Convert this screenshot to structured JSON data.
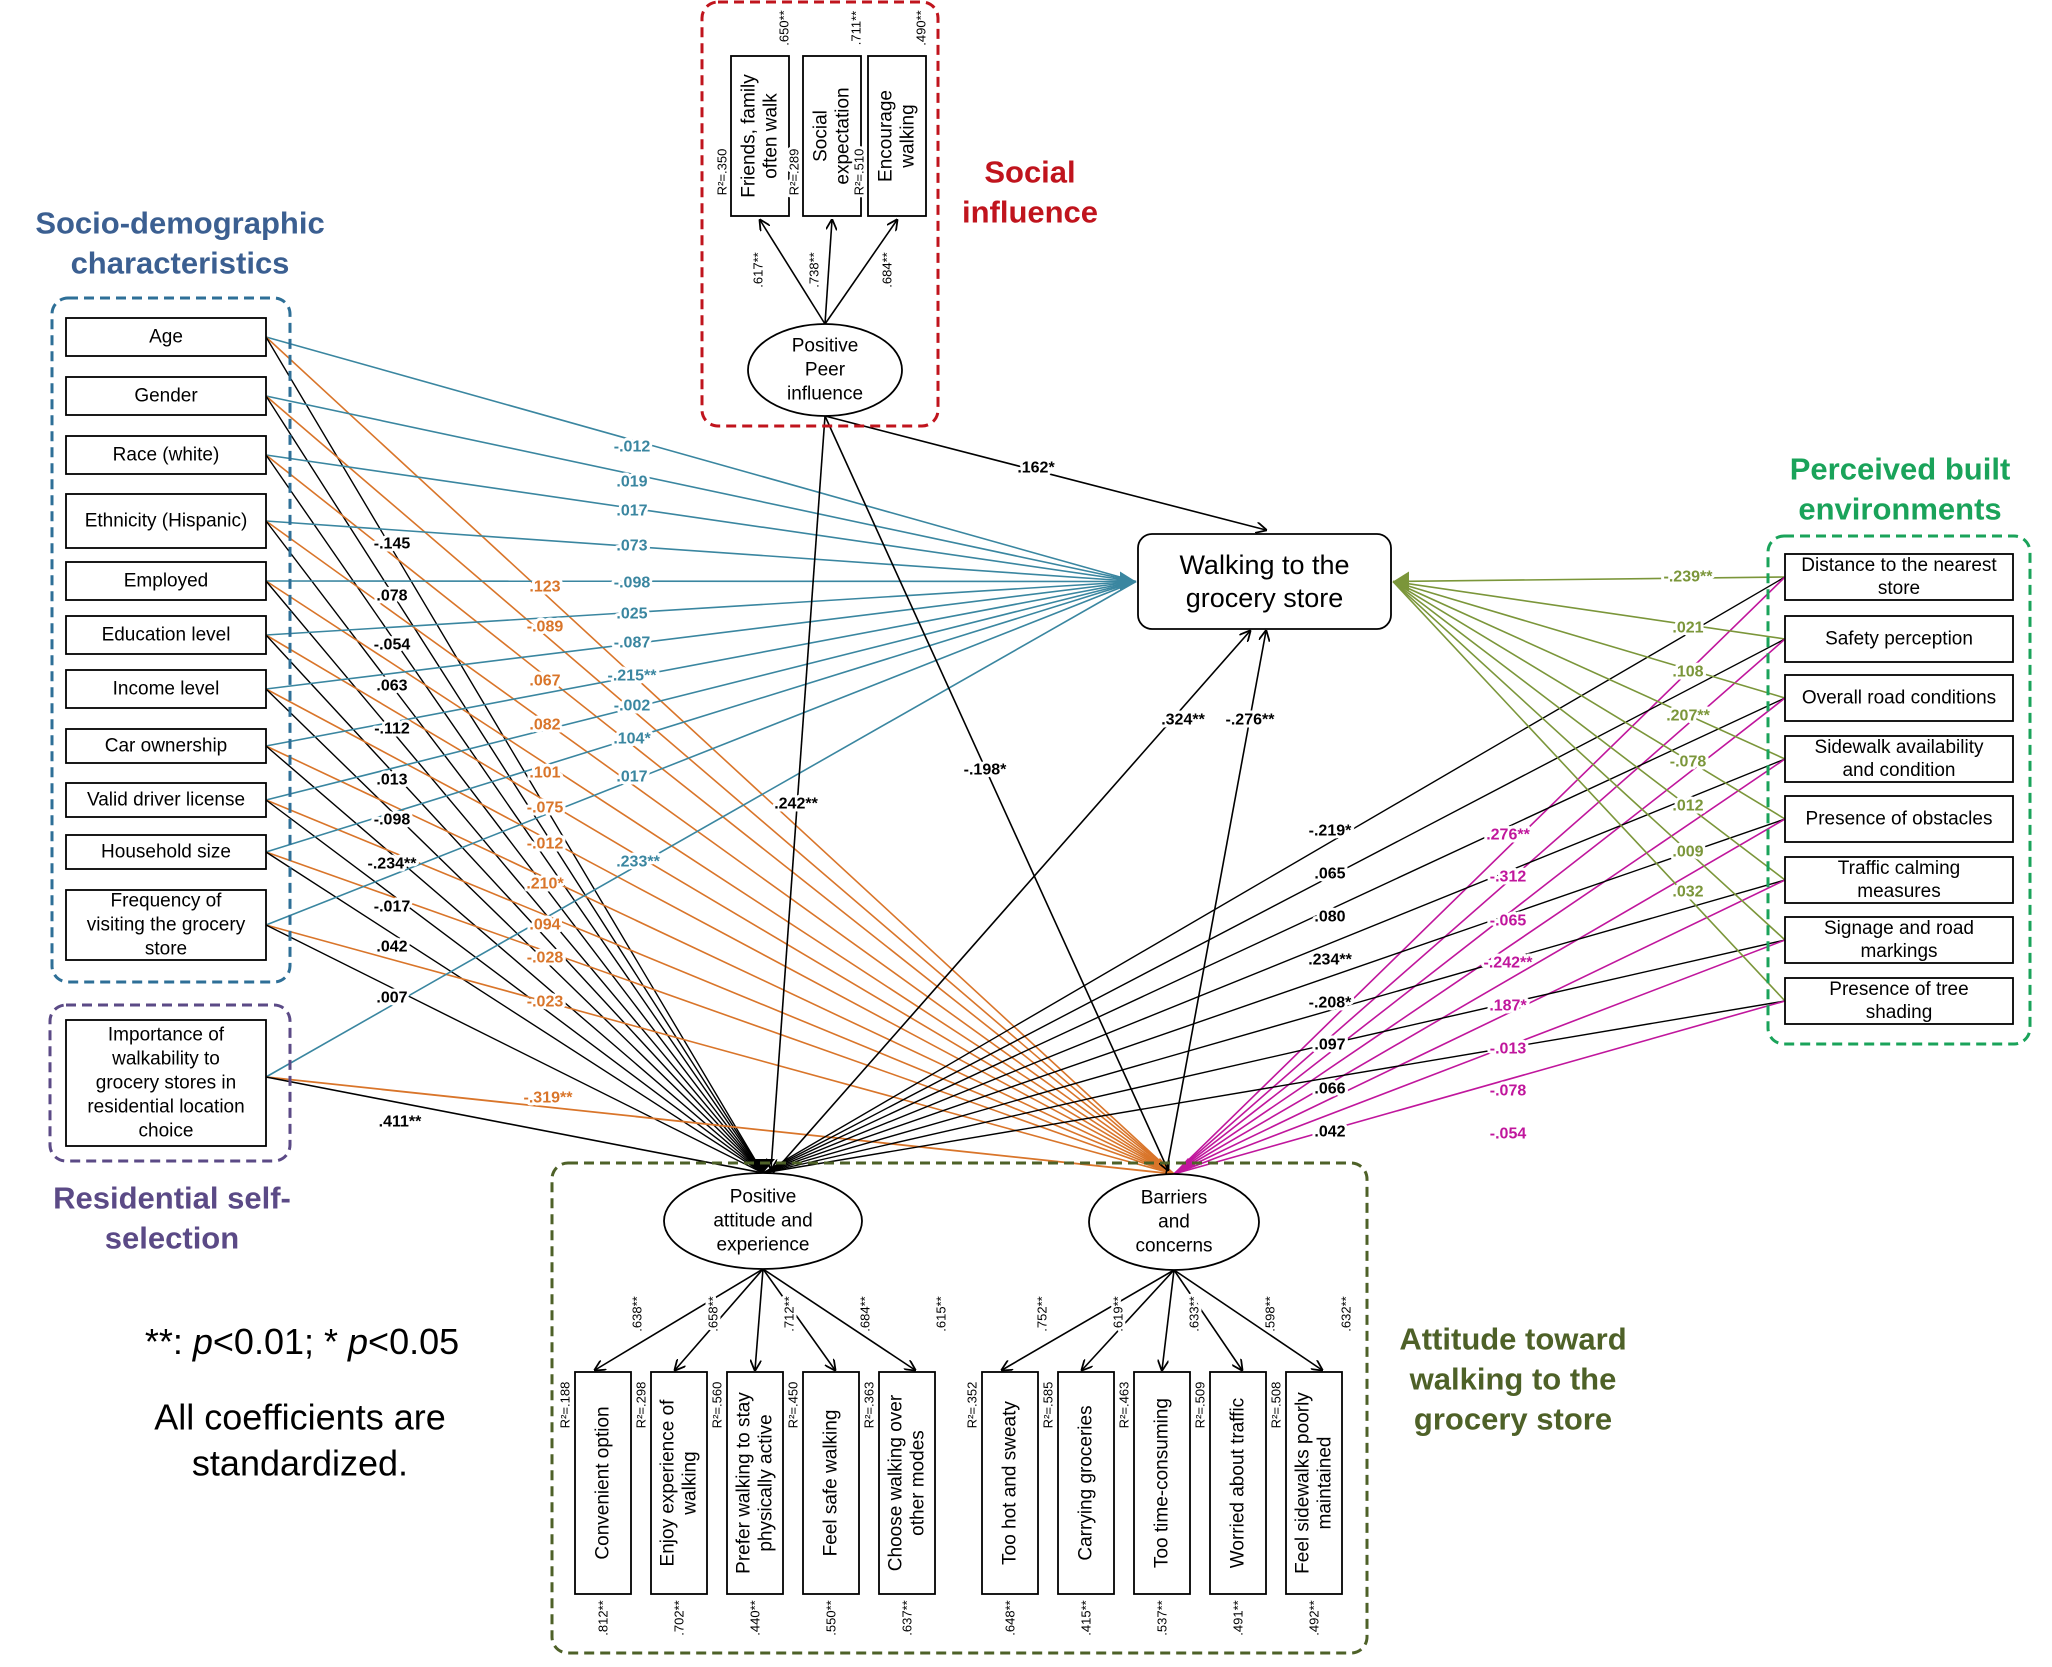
{
  "colors": {
    "socio": "#2e6f97",
    "socio_title": "#3b5f91",
    "socio_to_attitude": "#d9752a",
    "socio_to_walking": "#3a86a0",
    "social": "#c0141d",
    "self_selection": "#5b4a86",
    "pbe": "#1aa35a",
    "pbe_to_walking": "#7b963a",
    "pbe_to_barriers": "#c0169c",
    "attitude": "#4e6128",
    "black": "#000000"
  },
  "titles": {
    "socio": [
      "Socio-demographic",
      "characteristics"
    ],
    "social": [
      "Social",
      "influence"
    ],
    "pbe": [
      "Perceived built",
      "environments"
    ],
    "self_selection": [
      "Residential self-",
      "selection"
    ],
    "attitude": [
      "Attitude toward",
      "walking to the",
      "grocery store"
    ]
  },
  "outcome": {
    "label": [
      "Walking to the",
      "grocery store"
    ]
  },
  "socio_vars": [
    {
      "label": [
        "Age"
      ],
      "to_walking": "-.012",
      "to_attitude": "-.145",
      "to_barriers": ".123"
    },
    {
      "label": [
        "Gender"
      ],
      "to_walking": ".019",
      "to_attitude": ".078",
      "to_barriers": "-.089"
    },
    {
      "label": [
        "Race (white)"
      ],
      "to_walking": ".017",
      "to_attitude": "-.054",
      "to_barriers": ".067"
    },
    {
      "label": [
        "Ethnicity (Hispanic)"
      ],
      "to_walking": ".073",
      "to_attitude": ".063",
      "to_barriers": ".082"
    },
    {
      "label": [
        "Employed"
      ],
      "to_walking": "-.098",
      "to_attitude": "-.112",
      "to_barriers": ".101"
    },
    {
      "label": [
        "Education level"
      ],
      "to_walking": ".025",
      "to_attitude": ".013",
      "to_barriers": "-.075"
    },
    {
      "label": [
        "Income level"
      ],
      "to_walking": "-.087",
      "to_attitude": "-.098",
      "to_barriers": "-.012"
    },
    {
      "label": [
        "Car ownership"
      ],
      "to_walking": "-.215**",
      "to_attitude": "-.234**",
      "to_barriers": ".210*"
    },
    {
      "label": [
        "Valid driver license"
      ],
      "to_walking": "-.002",
      "to_attitude": "-.017",
      "to_barriers": ".094"
    },
    {
      "label": [
        "Household size"
      ],
      "to_walking": ".104*",
      "to_attitude": ".042",
      "to_barriers": "-.028"
    },
    {
      "label": [
        "Frequency of",
        "visiting the grocery",
        "store"
      ],
      "to_walking": ".017",
      "to_attitude": ".007",
      "to_barriers": "-.023"
    }
  ],
  "self_selection_var": {
    "label": [
      "Importance of",
      "walkability to",
      "grocery stores in",
      "residential location",
      "choice"
    ],
    "to_walking": ".233**",
    "to_attitude": ".411**",
    "to_barriers": "-.319**"
  },
  "social_influence": {
    "latent": [
      "Positive",
      "Peer",
      "influence"
    ],
    "indicators": [
      {
        "label": [
          "Friends, family",
          "often walk"
        ],
        "loading": ".617**",
        "r2": "R²=.350",
        "error": ".650**"
      },
      {
        "label": [
          "Social",
          "expectation"
        ],
        "loading": ".738**",
        "r2": "R²=.289",
        "error": ".711**"
      },
      {
        "label": [
          "Encourage",
          "walking"
        ],
        "loading": ".684**",
        "r2": "R²=.510",
        "error": ".490**"
      }
    ],
    "to_walking": ".162*",
    "to_attitude": ".242**",
    "to_barriers": "-.198*"
  },
  "pbe_vars": [
    {
      "label": [
        "Distance to the nearest",
        "store"
      ],
      "to_walking": "-.239**",
      "to_attitude": "-.219*",
      "to_barriers": ".276**"
    },
    {
      "label": [
        "Safety perception"
      ],
      "to_walking": ".021",
      "to_attitude": ".065",
      "to_barriers": "-.312"
    },
    {
      "label": [
        "Overall road conditions"
      ],
      "to_walking": ".108",
      "to_attitude": ".080",
      "to_barriers": "-.065"
    },
    {
      "label": [
        "Sidewalk availability",
        "and condition"
      ],
      "to_walking": ".207**",
      "to_attitude": ".234**",
      "to_barriers": "-.242**"
    },
    {
      "label": [
        "Presence of obstacles"
      ],
      "to_walking": "-.078",
      "to_attitude": "-.208*",
      "to_barriers": ".187*"
    },
    {
      "label": [
        "Traffic calming",
        "measures"
      ],
      "to_walking": ".012",
      "to_attitude": ".097",
      "to_barriers": "-.013"
    },
    {
      "label": [
        "Signage and road",
        "markings"
      ],
      "to_walking": ".009",
      "to_attitude": ".066",
      "to_barriers": "-.078"
    },
    {
      "label": [
        "Presence of tree",
        "shading"
      ],
      "to_walking": ".032",
      "to_attitude": ".042",
      "to_barriers": "-.054"
    }
  ],
  "attitude_latents": [
    {
      "label": [
        "Positive",
        "attitude and",
        "experience"
      ],
      "to_walking": ".324**",
      "indicators": [
        {
          "label": [
            "Convenient option"
          ],
          "loading": ".638**",
          "r2": "R²=.188",
          "error": ".812**"
        },
        {
          "label": [
            "Enjoy experience of",
            "walking"
          ],
          "loading": ".658**",
          "r2": "R²=.298",
          "error": ".702**"
        },
        {
          "label": [
            "Prefer walking to stay",
            "physically active"
          ],
          "loading": ".712**",
          "r2": "R²=.560",
          "error": ".440**"
        },
        {
          "label": [
            "Feel safe walking"
          ],
          "loading": ".684**",
          "r2": "R²=.450",
          "error": ".550**"
        },
        {
          "label": [
            "Choose walking over",
            "other modes"
          ],
          "loading": ".615**",
          "r2": "R²=.363",
          "error": ".637**"
        }
      ]
    },
    {
      "label": [
        "Barriers",
        "and",
        "concerns"
      ],
      "to_walking": "-.276**",
      "indicators": [
        {
          "label": [
            "Too hot and sweaty"
          ],
          "loading": ".752**",
          "r2": "R²=.352",
          "error": ".648**"
        },
        {
          "label": [
            "Carrying groceries"
          ],
          "loading": ".619**",
          "r2": "R²=.585",
          "error": ".415**"
        },
        {
          "label": [
            "Too time-consuming"
          ],
          "loading": ".633**",
          "r2": "R²=.463",
          "error": ".537**"
        },
        {
          "label": [
            "Worried about traffic"
          ],
          "loading": ".598**",
          "r2": "R²=.509",
          "error": ".491**"
        },
        {
          "label": [
            "Feel sidewalks poorly",
            "maintained"
          ],
          "loading": ".632**",
          "r2": "R²=.508",
          "error": ".492**"
        }
      ]
    }
  ],
  "legend": {
    "significance": "**: p<0.01; * p<0.05",
    "note": [
      "All coefficients are",
      "standardized."
    ]
  }
}
